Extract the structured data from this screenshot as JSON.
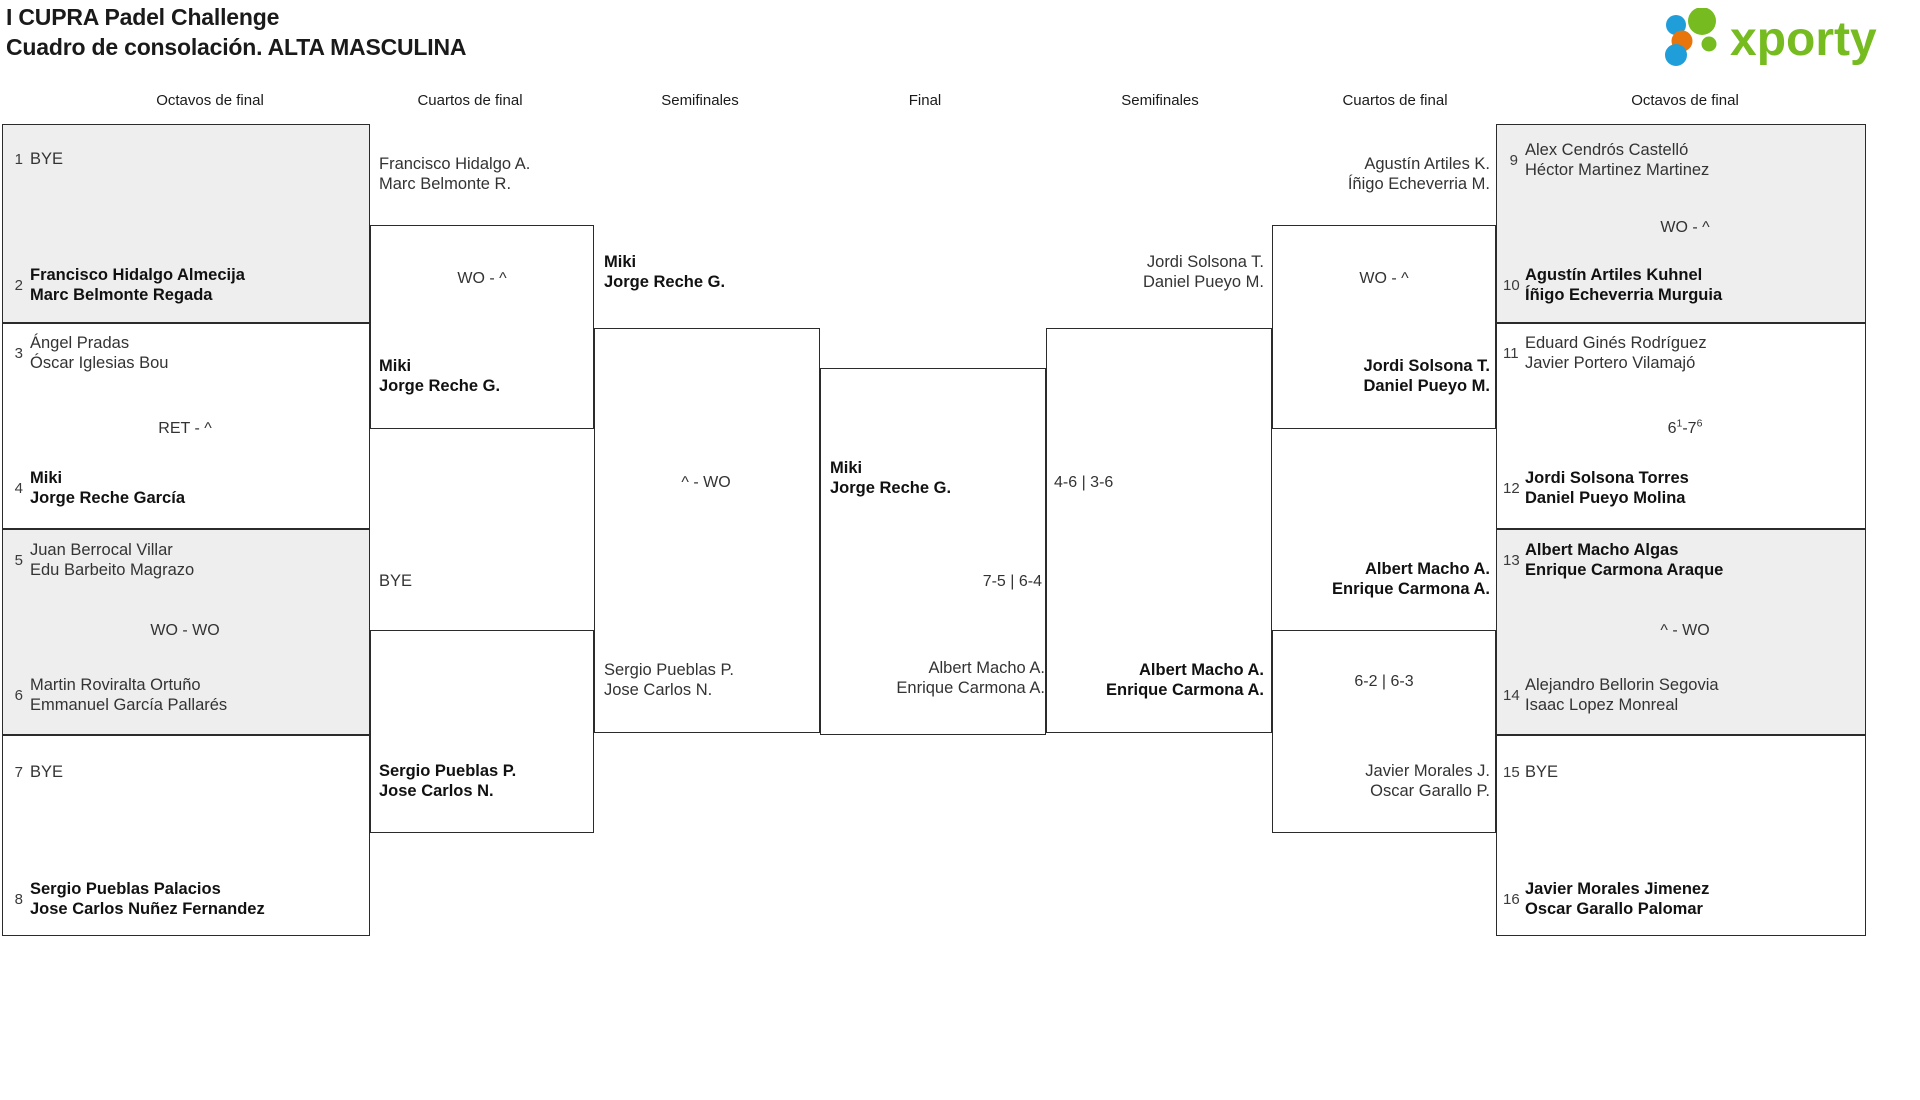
{
  "header": {
    "title_line1": "I CUPRA Padel Challenge",
    "title_line2": "Cuadro de consolación. ALTA MASCULINA",
    "logo_text": "xporty",
    "logo_colors": {
      "green": "#76bc21",
      "blue": "#1f9ed9",
      "orange": "#e8740c"
    }
  },
  "round_labels": {
    "l_r16": "Octavos de final",
    "l_qf": "Cuartos de final",
    "l_sf": "Semifinales",
    "final": "Final",
    "r_sf": "Semifinales",
    "r_qf": "Cuartos de final",
    "r_r16": "Octavos de final"
  },
  "left": {
    "r16": [
      {
        "seed": "1",
        "names": [
          "BYE"
        ],
        "winner": false
      },
      {
        "seed": "2",
        "names": [
          "Francisco Hidalgo Almecija",
          "Marc Belmonte Regada"
        ],
        "winner": true
      },
      {
        "seed": "3",
        "names": [
          "Ángel Pradas",
          "Óscar Iglesias Bou"
        ],
        "winner": false
      },
      {
        "seed": "4",
        "names": [
          "Miki",
          "Jorge Reche García"
        ],
        "winner": true
      },
      {
        "seed": "5",
        "names": [
          "Juan Berrocal Villar",
          "Edu Barbeito Magrazo"
        ],
        "winner": false
      },
      {
        "seed": "6",
        "names": [
          "Martin Roviralta Ortuño",
          "Emmanuel García Pallarés"
        ],
        "winner": false
      },
      {
        "seed": "7",
        "names": [
          "BYE"
        ],
        "winner": false
      },
      {
        "seed": "8",
        "names": [
          "Sergio Pueblas Palacios",
          "Jose Carlos Nuñez Fernandez"
        ],
        "winner": true
      }
    ],
    "r16_scores": [
      "",
      "RET - ^",
      "WO - WO",
      ""
    ],
    "qf": [
      {
        "names": [
          "Francisco Hidalgo A.",
          "Marc Belmonte R."
        ],
        "winner": false
      },
      {
        "names": [
          "Miki",
          "Jorge Reche G."
        ],
        "winner": true
      },
      {
        "names": [
          "BYE"
        ],
        "winner": false
      },
      {
        "names": [
          "Sergio Pueblas P.",
          "Jose Carlos N."
        ],
        "winner": true
      }
    ],
    "qf_scores": [
      "WO - ^",
      ""
    ],
    "sf": [
      {
        "names": [
          "Miki",
          "Jorge Reche G."
        ],
        "winner": true
      },
      {
        "names": [
          "Sergio Pueblas P.",
          "Jose Carlos N."
        ],
        "winner": false
      }
    ],
    "sf_scores": [
      "^ - WO"
    ]
  },
  "final": {
    "top": {
      "names": [
        "Miki",
        "Jorge Reche G."
      ],
      "winner": true
    },
    "bottom": {
      "names": [
        "Albert Macho A.",
        "Enrique Carmona A."
      ],
      "winner": false
    },
    "score": "7-5 | 6-4"
  },
  "right": {
    "sf": [
      {
        "names": [
          "Jordi Solsona T.",
          "Daniel Pueyo M."
        ],
        "winner": false
      },
      {
        "names": [
          "Albert Macho A.",
          "Enrique Carmona A."
        ],
        "winner": true
      }
    ],
    "sf_scores": [
      "4-6 | 3-6"
    ],
    "qf": [
      {
        "names": [
          "Agustín Artiles K.",
          "Íñigo Echeverria M."
        ],
        "winner": false
      },
      {
        "names": [
          "Jordi Solsona T.",
          "Daniel Pueyo M."
        ],
        "winner": true
      },
      {
        "names": [
          "Albert Macho A.",
          "Enrique Carmona A."
        ],
        "winner": true
      },
      {
        "names": [
          "Javier Morales J.",
          "Oscar Garallo P."
        ],
        "winner": false
      }
    ],
    "qf_scores": [
      "WO - ^",
      "6-2 | 6-3"
    ],
    "r16": [
      {
        "seed": "9",
        "names": [
          "Alex Cendrós Castelló",
          "Héctor Martinez Martinez"
        ],
        "winner": false
      },
      {
        "seed": "10",
        "names": [
          "Agustín Artiles Kuhnel",
          "Íñigo Echeverria Murguia"
        ],
        "winner": true
      },
      {
        "seed": "11",
        "names": [
          "Eduard Ginés Rodríguez",
          "Javier Portero Vilamajó"
        ],
        "winner": false
      },
      {
        "seed": "12",
        "names": [
          "Jordi Solsona Torres",
          "Daniel Pueyo Molina"
        ],
        "winner": true
      },
      {
        "seed": "13",
        "names": [
          "Albert Macho Algas",
          "Enrique Carmona Araque"
        ],
        "winner": true
      },
      {
        "seed": "14",
        "names": [
          "Alejandro Bellorin Segovia",
          "Isaac Lopez Monreal"
        ],
        "winner": false
      },
      {
        "seed": "15",
        "names": [
          "BYE"
        ],
        "winner": false
      },
      {
        "seed": "16",
        "names": [
          "Javier Morales Jimenez",
          "Oscar Garallo Palomar"
        ],
        "winner": true
      }
    ],
    "r16_scores": [
      "WO - ^",
      {
        "pre": "6",
        "sup1": "1",
        "mid": "-7",
        "sup2": "6"
      },
      "^ - WO",
      ""
    ]
  }
}
